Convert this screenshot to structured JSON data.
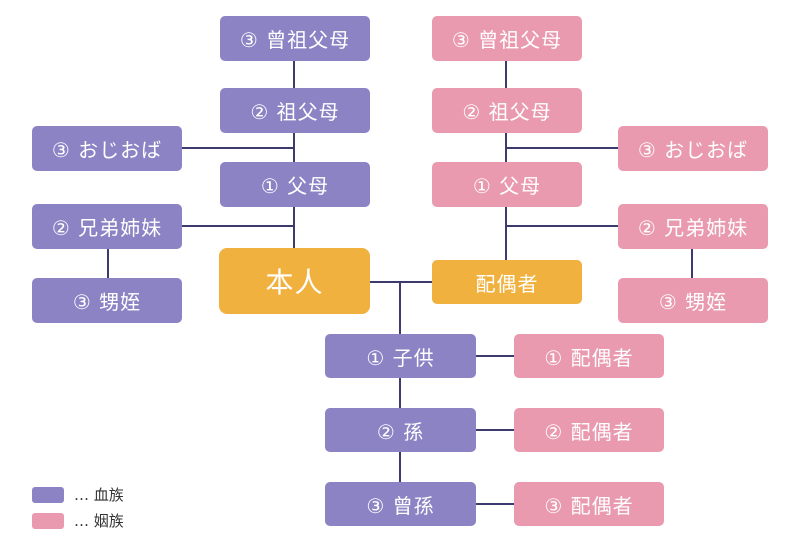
{
  "colors": {
    "blood": "#8b83c4",
    "inlaw": "#e99aaf",
    "self": "#f0b13f",
    "line": "#3d3a6e"
  },
  "self_side": {
    "great_grandparents": "③ 曾祖父母",
    "grandparents": "② 祖父母",
    "aunts_uncles": "③ おじおば",
    "parents": "① 父母",
    "siblings": "② 兄弟姉妹",
    "nephews_nieces": "③ 甥姪"
  },
  "center": {
    "self": "本人",
    "spouse": "配偶者"
  },
  "spouse_side": {
    "great_grandparents": "③ 曾祖父母",
    "grandparents": "② 祖父母",
    "aunts_uncles": "③ おじおば",
    "parents": "① 父母",
    "siblings": "② 兄弟姉妹",
    "nephews_nieces": "③ 甥姪"
  },
  "descendants": {
    "children": "① 子供",
    "children_spouse": "① 配偶者",
    "grandchildren": "② 孫",
    "grandchildren_spouse": "② 配偶者",
    "great_grandchildren": "③ 曾孫",
    "great_grandchildren_spouse": "③ 配偶者"
  },
  "legend": {
    "blood": "… 血族",
    "inlaw": "… 姻族"
  }
}
